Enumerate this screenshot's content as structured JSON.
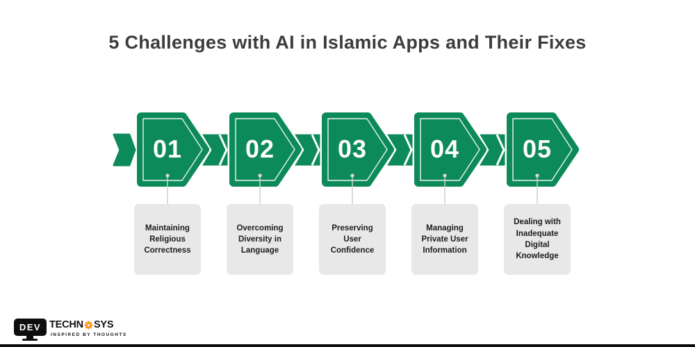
{
  "title": "5 Challenges with AI in Islamic Apps and Their Fixes",
  "steps": [
    {
      "number": "01",
      "label": "Maintaining Religious Correctness"
    },
    {
      "number": "02",
      "label": "Overcoming Diversity in Language"
    },
    {
      "number": "03",
      "label": "Preserving User Confidence"
    },
    {
      "number": "04",
      "label": "Managing Private User Information"
    },
    {
      "number": "05",
      "label": "Dealing with Inadequate Digital Knowledge"
    }
  ],
  "logo": {
    "monitor_text": "DEV",
    "brand_prefix": "TECHN",
    "brand_suffix": "SYS",
    "tagline": "INSPIRED BY THOUGHTS"
  },
  "colors": {
    "green": "#0d8a5a",
    "box_bg": "#e8e8e8",
    "title_text": "#3c3c3c",
    "logo_orange": "#f7941d"
  }
}
